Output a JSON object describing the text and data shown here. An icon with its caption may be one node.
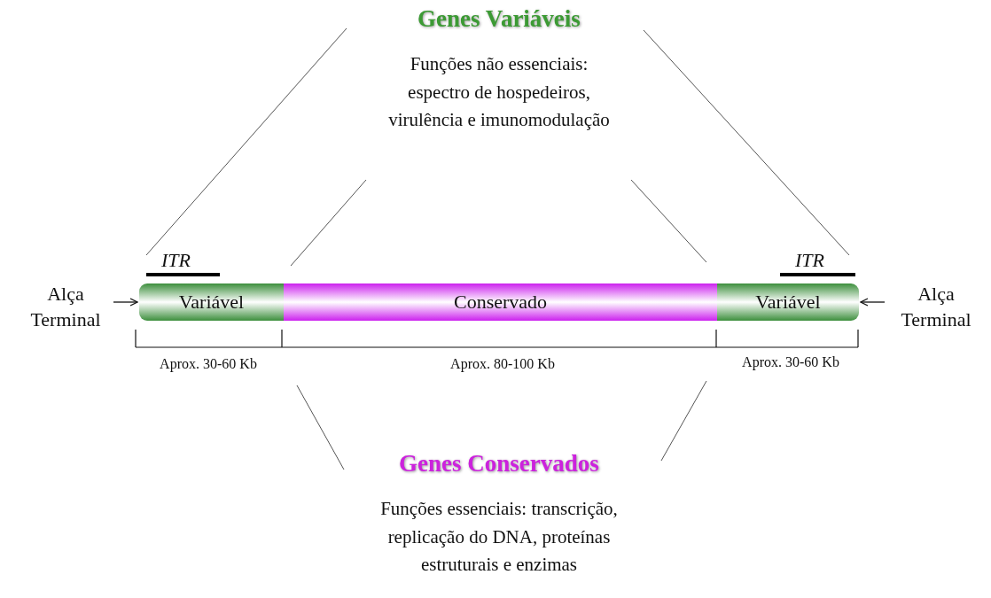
{
  "diagram": {
    "nodes": [
      {
        "text": [
          "Alça Terminal"
        ]
      },
      {
        "text": [
          "Variável"
        ]
      },
      {
        "text": [
          "Conservado"
        ]
      },
      {
        "text": [
          "Variável"
        ]
      },
      {
        "text": [
          "Alça Terminal"
        ]
      },
      {
        "text": [
          "Genes Variáveis",
          "Funções não essenciais: espectro de hospedeiros, virulência e imunomodulação"
        ]
      },
      {
        "text": [
          "Genes Conservados",
          "Funções essenciais: transcrição, replicação do DNA, proteínas estruturais e enzimas"
        ]
      }
    ],
    "edges": [
      {
        "from": 0,
        "to": 1,
        "arrow": "to"
      },
      {
        "from": 4,
        "to": 3,
        "arrow": "to"
      }
    ],
    "labels": [
      "ITR",
      "ITR",
      "Aprox. 30-60 Kb",
      "Aprox. 80-100 Kb",
      "Aprox. 30-60 Kb"
    ]
  }
}
